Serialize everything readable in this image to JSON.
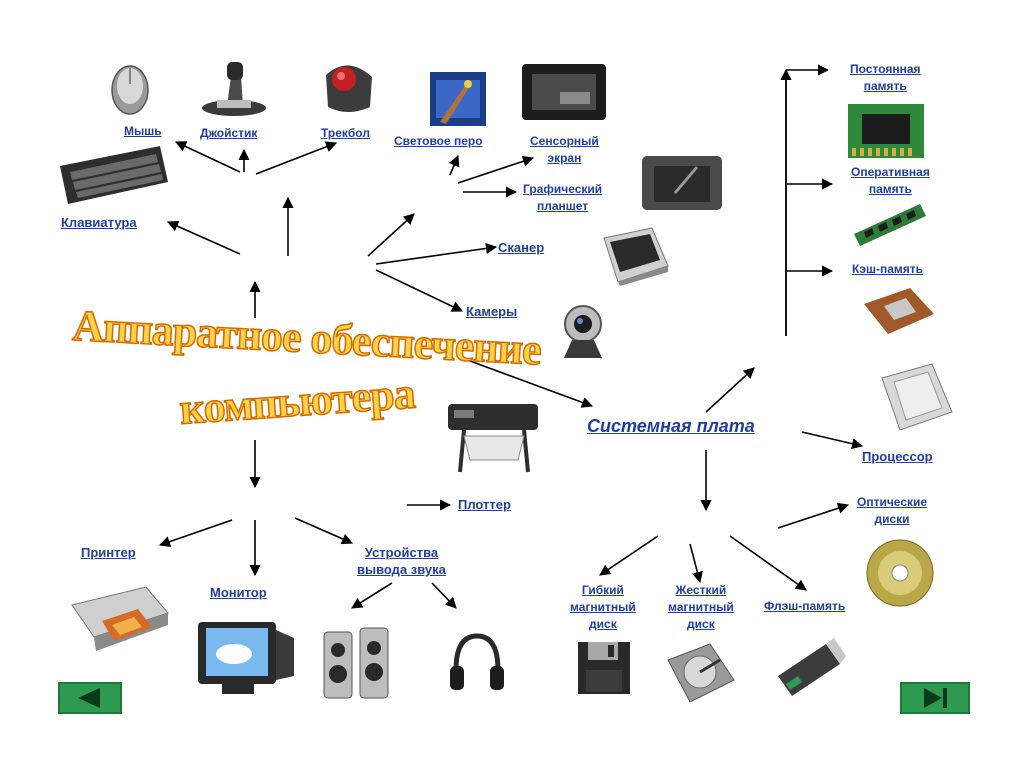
{
  "title": {
    "line1": "Аппаратное обеспечение",
    "line2": "компьютера"
  },
  "labels": {
    "mouse": "Мышь",
    "joystick": "Джойстик",
    "trackball": "Трекбол",
    "keyboard": "Клавиатура",
    "light_pen": "Световое перо",
    "touch_screen_1": "Сенсорный",
    "touch_screen_2": "экран",
    "tablet_1": "Графический",
    "tablet_2": "планшет",
    "scanner": "Сканер",
    "cameras": "Камеры",
    "plotter": "Плоттер",
    "printer": "Принтер",
    "monitor": "Монитор",
    "sound_1": "Устройства",
    "sound_2": "вывода звука",
    "motherboard": "Системная плата",
    "rom_1": "Постоянная",
    "rom_2": "память",
    "ram_1": "Оперативная",
    "ram_2": "память",
    "cache": "Кэш-память",
    "cpu": "Процессор",
    "optical_1": "Оптические",
    "optical_2": "диски",
    "floppy_1": "Гибкий",
    "floppy_2": "магнитный",
    "floppy_3": "диск",
    "hdd_1": "Жесткий",
    "hdd_2": "магнитный",
    "hdd_3": "диск",
    "flash": "Флэш-память"
  },
  "colors": {
    "link": "#1f3fa0",
    "title_fill": "#ffd24a",
    "title_stroke": "#d46a00",
    "nav": "#2e9a50"
  },
  "nav": {
    "prev_icon": "triangle-left-icon",
    "next_icon": "skip-forward-icon"
  }
}
